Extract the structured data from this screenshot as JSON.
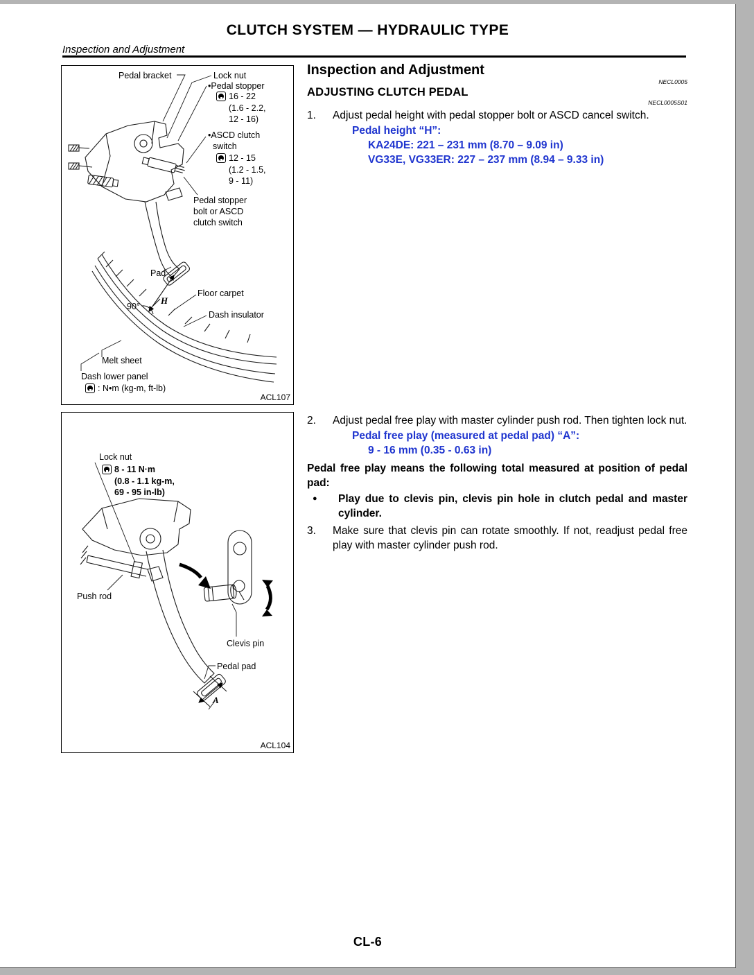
{
  "colors": {
    "accent_blue": "#1f35cf"
  },
  "header": {
    "title": "CLUTCH SYSTEM — HYDRAULIC TYPE",
    "section": "Inspection and Adjustment"
  },
  "figure1": {
    "fig_id": "ACL107",
    "labels": {
      "pedal_bracket": "Pedal bracket",
      "lock_nut": "Lock nut",
      "pedal_stopper": "•Pedal stopper",
      "torque1_value": "16 - 22",
      "torque1_rest": "(1.6 - 2.2,\n12 - 16)",
      "ascd_switch": "•ASCD clutch\n  switch",
      "torque2_value": "12 - 15",
      "torque2_rest": "(1.2 - 1.5,\n9 - 11)",
      "stopper_bolt": "Pedal stopper\nbolt or ASCD\nclutch switch",
      "pad": "Pad",
      "floor_carpet": "Floor carpet",
      "dim_h": "H",
      "angle_90": "90°",
      "dash_insulator": "Dash insulator",
      "melt_sheet": "Melt sheet",
      "dash_lower_panel": "Dash lower panel",
      "legend": ": N•m (kg-m, ft-lb)"
    }
  },
  "figure2": {
    "fig_id": "ACL104",
    "labels": {
      "lock_nut": "Lock nut",
      "torque_value": "8 - 11 N·m",
      "torque_rest": "(0.8 - 1.1 kg-m,\n69 - 95 in-lb)",
      "push_rod": "Push rod",
      "clevis_pin": "Clevis pin",
      "pedal_pad": "Pedal pad",
      "dim_a": "A"
    }
  },
  "content": {
    "heading": "Inspection and Adjustment",
    "ref1": "NECL0005",
    "subheading": "ADJUSTING CLUTCH PEDAL",
    "ref2": "NECL0005S01",
    "step1_num": "1.",
    "step1_text": "Adjust pedal height with pedal stopper bolt or ASCD cancel switch.",
    "spec1_title": "Pedal height “H”:",
    "spec1_line1": "KA24DE: 221 – 231 mm (8.70 – 9.09 in)",
    "spec1_line2": "VG33E, VG33ER: 227 – 237 mm (8.94 – 9.33 in)",
    "step2_num": "2.",
    "step2_text": "Adjust pedal free play with master cylinder push rod. Then tighten lock nut.",
    "spec2_title": "Pedal free play (measured at pedal pad) “A”:",
    "spec2_line1": "9 - 16 mm (0.35 - 0.63 in)",
    "note": "Pedal free play means the following total measured at position of pedal pad:",
    "bullet_glyph": "●",
    "bullet_text": "Play due to clevis pin, clevis pin hole in clutch pedal and master cylinder.",
    "step3_num": "3.",
    "step3_text": "Make sure that clevis pin can rotate smoothly. If not, readjust pedal free play with master cylinder push rod."
  },
  "footer": {
    "page_number": "CL-6"
  }
}
